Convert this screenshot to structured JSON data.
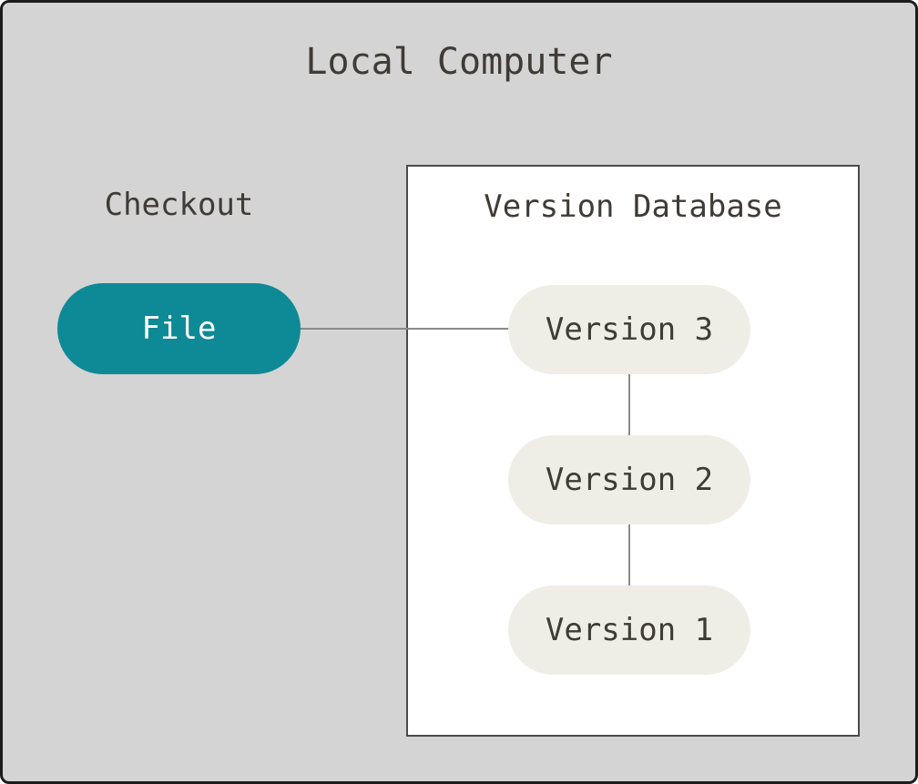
{
  "diagram": {
    "title": "Local Computer",
    "checkout": {
      "label": "Checkout",
      "file_node": {
        "label": "File"
      }
    },
    "version_database": {
      "title": "Version Database",
      "nodes": [
        {
          "label": "Version 3"
        },
        {
          "label": "Version 2"
        },
        {
          "label": "Version 1"
        }
      ]
    }
  },
  "colors": {
    "canvas-bg": "#d4d4d4",
    "outer-border": "#1c1c1c",
    "accent-teal": "#0e8a96",
    "node-bg": "#efeee6",
    "node-text": "#3f3b37",
    "file-text": "#ffffff",
    "line": "#8a8a8a",
    "box-bg": "#ffffff",
    "box-border": "#4a4a4a"
  }
}
